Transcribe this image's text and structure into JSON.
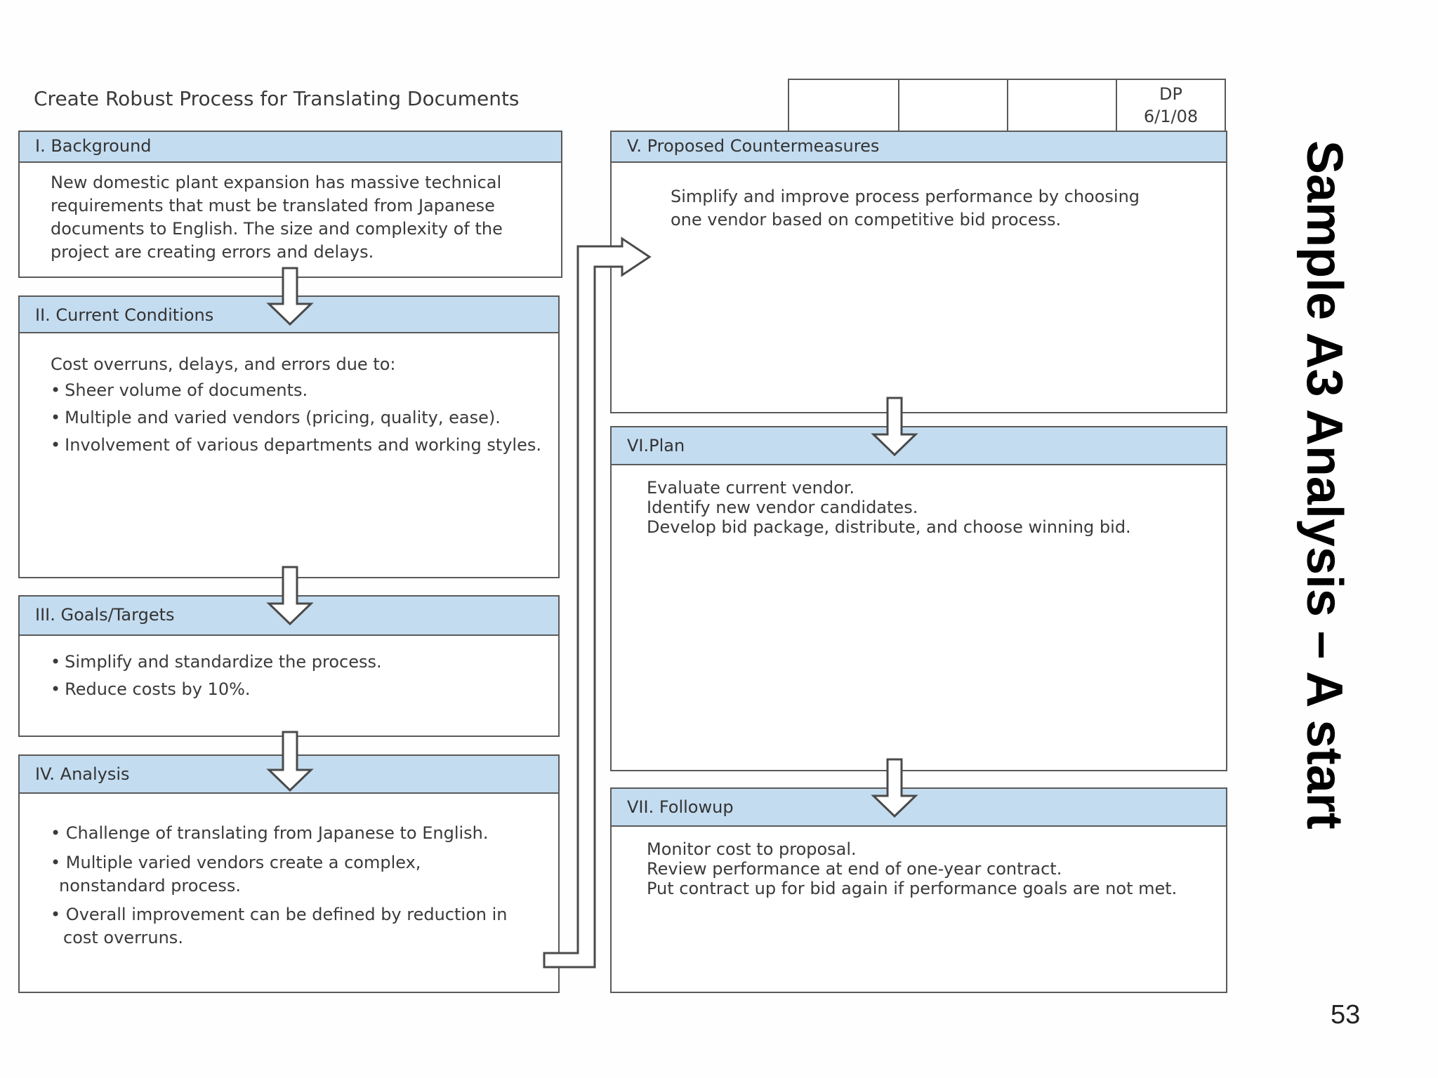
{
  "document_title": "Create Robust Process for Translating Documents",
  "signoff": {
    "initials": "DP",
    "date": "6/1/08"
  },
  "sections": {
    "background": {
      "title": "I. Background",
      "lines": [
        "New domestic plant expansion has massive technical",
        "requirements that must be translated from Japanese",
        "documents to English. The size and complexity of the",
        "project are creating errors and delays."
      ]
    },
    "current": {
      "title": "II. Current Conditions",
      "intro": "Cost overruns, delays, and errors due to:",
      "bullets": [
        "Sheer volume of documents.",
        "Multiple and varied vendors (pricing, quality, ease).",
        "Involvement of various departments and working styles."
      ]
    },
    "goals": {
      "title": "III. Goals/Targets",
      "bullets": [
        "Simplify and standardize the process.",
        "Reduce costs by 10%."
      ]
    },
    "analysis": {
      "title": "IV. Analysis",
      "bullets": [
        "Challenge of translating from Japanese to English.",
        "Multiple varied vendors create a complex,",
        "nonstandard process.",
        "Overall improvement can be defined by reduction in",
        "cost overruns."
      ]
    },
    "countermeasures": {
      "title": "V. Proposed Countermeasures",
      "lines": [
        "Simplify and improve process performance by choosing",
        "one vendor based on competitive bid process."
      ]
    },
    "plan": {
      "title": "VI.Plan",
      "lines": [
        "Evaluate current vendor.",
        "Identify new vendor candidates.",
        "Develop bid package, distribute, and choose winning bid."
      ]
    },
    "followup": {
      "title": "VII. Followup",
      "lines": [
        "Monitor cost to proposal.",
        "Review performance at end of one-year contract.",
        "Put contract up for bid again if performance goals are not met."
      ]
    }
  },
  "slide_title": "Sample A3 Analysis – A start",
  "page_number": "53"
}
